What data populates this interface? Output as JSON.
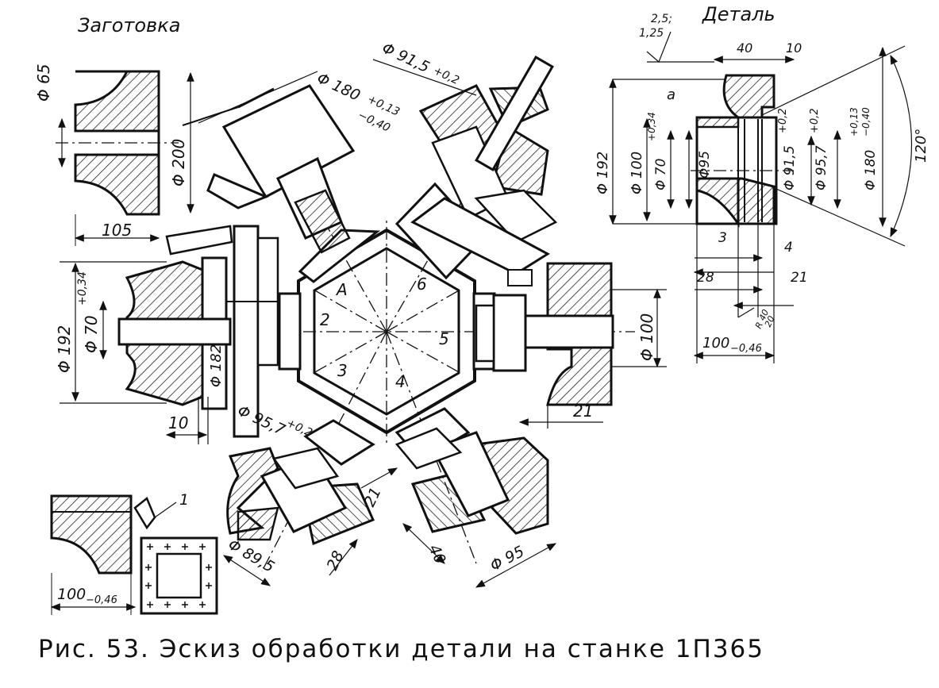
{
  "labels": {
    "zagotovka_top": "Заготовка",
    "detal": "Деталь",
    "roughness_a": "2,5;",
    "roughness_b": "1,25",
    "d65": "Φ 65",
    "d200": "Φ 200",
    "dim105": "105",
    "d192_left": "Φ 192",
    "d70_left": "Φ 70",
    "d70_left_tol": "+0,34",
    "d182": "Φ 182",
    "dim10": "10",
    "d180_top": "Φ 180",
    "d180_top_tol_up": "+0,13",
    "d180_top_tol_dn": "−0,40",
    "d915_top": "Φ 91,5",
    "d915_top_tol": "+0,2",
    "pos_A": "A",
    "pos_1": "1",
    "pos_2": "2",
    "pos_3": "3",
    "pos_4": "4",
    "pos_5": "5",
    "pos_6": "6",
    "d100_right": "Φ 100",
    "dim21_right": "21",
    "d957_bottom": "Φ 95,7",
    "d957_bottom_tol": "+0,2",
    "d895": "Φ 89,5",
    "dim28_bottom": "28",
    "dim21_bottom": "21",
    "dim40_bottom": "40",
    "d95_bottom": "Φ 95",
    "dim100_bl": "100",
    "dim100_bl_tol": "−0,46",
    "det_40": "40",
    "det_10": "10",
    "det_a": "a",
    "det_d192": "Φ 192",
    "det_d100": "Φ 100",
    "det_d70": "Φ 70",
    "det_d70_tol": "+0,34",
    "det_d95": "Φ95",
    "det_d915": "Φ 91,5",
    "det_d915_tol": "+0,2",
    "det_d957": "Φ 95,7",
    "det_d957_tol": "+0,2",
    "det_d180": "Φ 180",
    "det_d180_tol_up": "+0,13",
    "det_d180_tol_dn": "−0,40",
    "det_120": "120°",
    "det_3": "3",
    "det_4": "4",
    "det_28": "28",
    "det_21": "21",
    "det_r": "R 40",
    "det_20": "20",
    "det_100": "100",
    "det_100_tol": "−0,46"
  },
  "caption": "Рис. 53. Эскиз обработки детали на станке 1П365"
}
